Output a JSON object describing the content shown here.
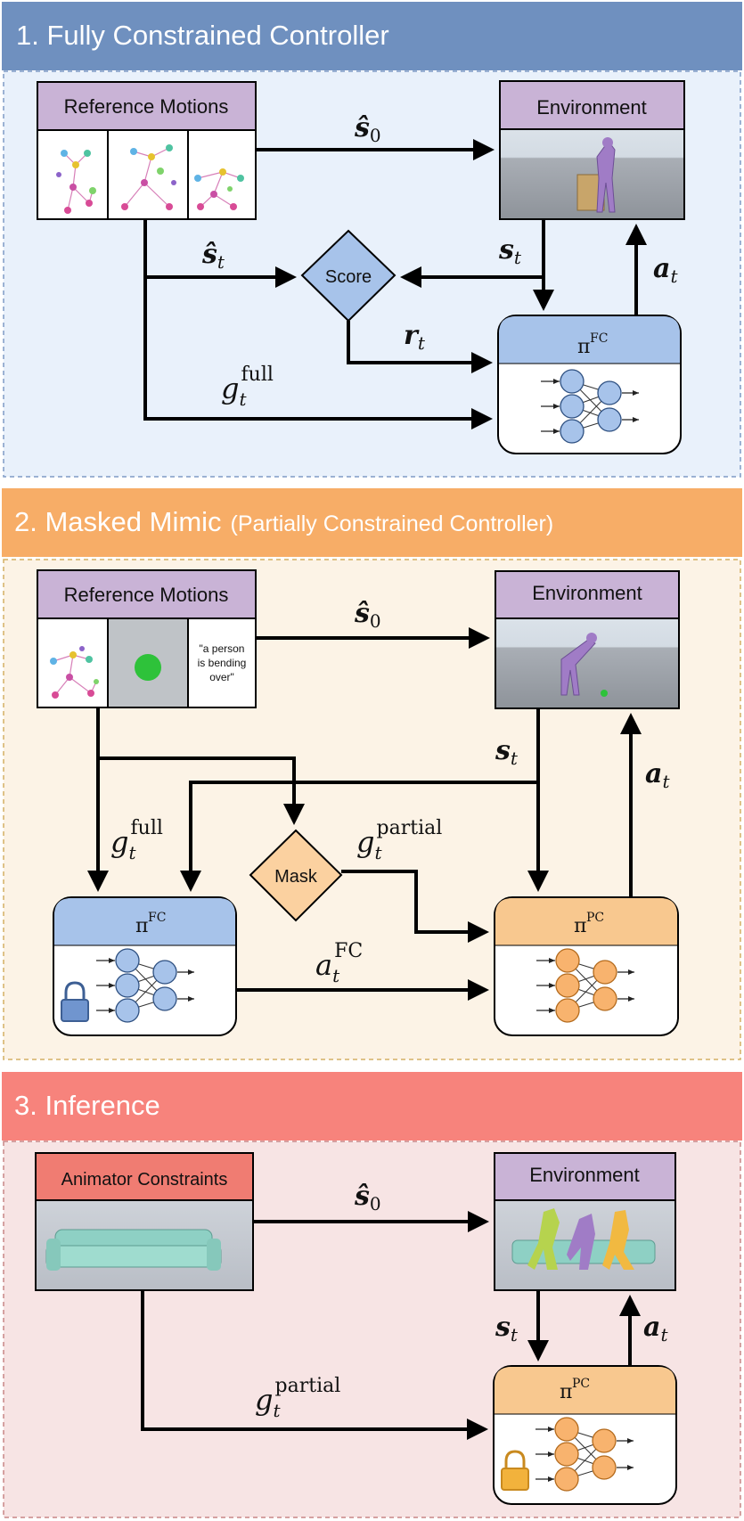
{
  "colors": {
    "blue_header": "#6f90bf",
    "blue_bg": "#e9f1fb",
    "blue_node": "#a7c3ea",
    "orange_header": "#f7ad67",
    "orange_bg": "#fcf3e6",
    "orange_node": "#f8c88f",
    "red_header": "#f7837c",
    "red_bg": "#f7e4e4",
    "purple_label": "#c9b3d6",
    "red_label": "#f07c72"
  },
  "section1": {
    "title": "1. Fully Constrained Controller",
    "reference_motions": "Reference Motions",
    "environment": "Environment",
    "score": "Score",
    "policy": "π",
    "policy_sup": "FC",
    "s0": "ŝ",
    "s0_sub": "0",
    "shat_t": "ŝ",
    "shat_t_sub": "t",
    "s_t": "s",
    "s_t_sub": "t",
    "a_t": "a",
    "a_t_sub": "t",
    "r_t": "r",
    "r_t_sub": "t",
    "g": "g",
    "g_sub": "t",
    "g_sup": "full"
  },
  "section2": {
    "title": "2. Masked Mimic",
    "title_paren": "(Partially Constrained Controller)",
    "reference_motions": "Reference Motions",
    "quote_lines": [
      "\"a person",
      "is bending",
      "over\""
    ],
    "environment": "Environment",
    "mask": "Mask",
    "policy_fc": "π",
    "policy_fc_sup": "FC",
    "policy_pc": "π",
    "policy_pc_sup": "PC",
    "s0": "ŝ",
    "s0_sub": "0",
    "s_t": "s",
    "s_t_sub": "t",
    "a_t": "a",
    "a_t_sub": "t",
    "g_full": "g",
    "g_full_sub": "t",
    "g_full_sup": "full",
    "g_partial": "g",
    "g_partial_sub": "t",
    "g_partial_sup": "partial",
    "a_fc": "a",
    "a_fc_sub": "t",
    "a_fc_sup": "FC"
  },
  "section3": {
    "title": "3. Inference",
    "animator_constraints": "Animator Constraints",
    "environment": "Environment",
    "policy": "π",
    "policy_sup": "PC",
    "s0": "ŝ",
    "s0_sub": "0",
    "s_t": "s",
    "s_t_sub": "t",
    "a_t": "a",
    "a_t_sub": "t",
    "g": "g",
    "g_sub": "t",
    "g_sup": "partial"
  }
}
